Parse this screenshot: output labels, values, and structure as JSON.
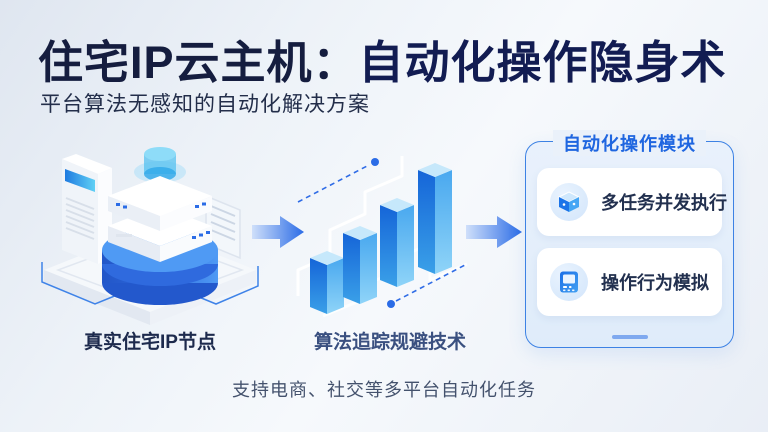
{
  "header": {
    "title_part1": "住宅IP云主机：",
    "title_part2": "自动化操作隐身术",
    "subtitle": "平台算法无感知的自动化解决方案"
  },
  "flow": {
    "node_servers": {
      "label": "真实住宅IP节点",
      "icon": "server-cluster-illustration"
    },
    "node_chart": {
      "label": "算法追踪规避技术",
      "icon": "rising-bars-illustration"
    },
    "arrows": {
      "icon": "arrow-right-icon"
    },
    "module_card": {
      "title": "自动化操作模块",
      "items": [
        {
          "label": "多任务并发执行",
          "icon": "cube-icon"
        },
        {
          "label": "操作行为模拟",
          "icon": "device-icon"
        }
      ]
    }
  },
  "footer": {
    "text": "支持电商、社交等多平台自动化任务"
  },
  "colors": {
    "accent_blue": "#2b6ce6",
    "title_dark": "#151d3f",
    "title_blue": "#121c52",
    "card_border": "#3d82e4",
    "card_bg": "#e9f1fc",
    "header_blue": "#1f66e0",
    "label_dark": "#1d2a4d",
    "label_blue": "#3a5080",
    "footer_gray": "#44526d"
  }
}
